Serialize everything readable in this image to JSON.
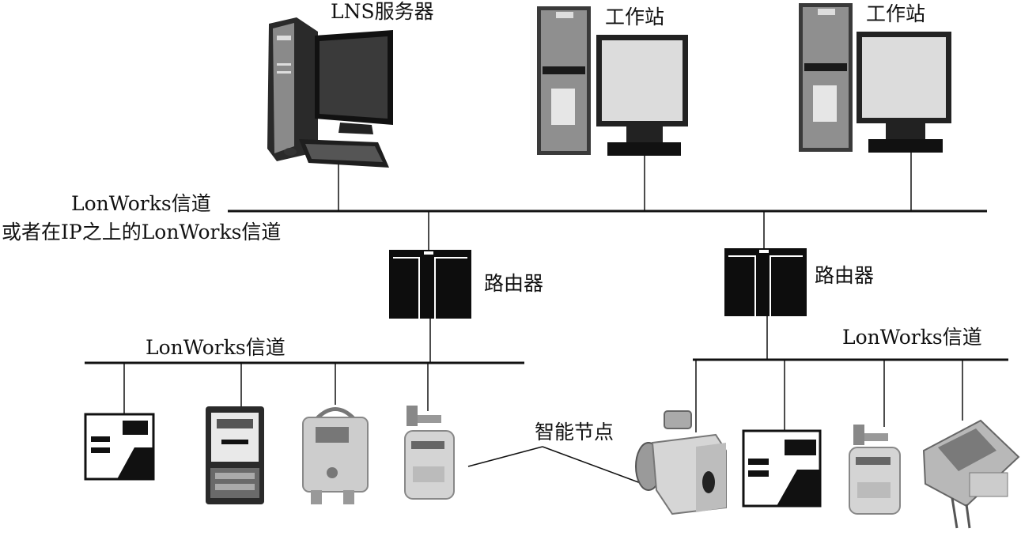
{
  "labels": {
    "lns_server": "LNS服务器",
    "workstation_1": "工作站",
    "workstation_2": "工作站",
    "backbone_line1": "LonWorks信道",
    "backbone_line2": "或者在IP之上的LonWorks信道",
    "router_1": "路由器",
    "router_2": "路由器",
    "left_channel": "LonWorks信道",
    "right_channel": "LonWorks信道",
    "smart_nodes": "智能节点"
  },
  "colors": {
    "line": "#111111",
    "device_dark": "#1a1a1a",
    "device_mid": "#6b6b6b",
    "device_light": "#cfcfcf",
    "screen": "#d9d9d9"
  },
  "icons": [
    "desktop-computer-icon",
    "workstation-icon",
    "router-icon",
    "controller-panel-icon",
    "electricity-meter-icon",
    "gas-detector-icon",
    "water-meter-icon",
    "flow-meter-icon",
    "heat-meter-icon"
  ]
}
